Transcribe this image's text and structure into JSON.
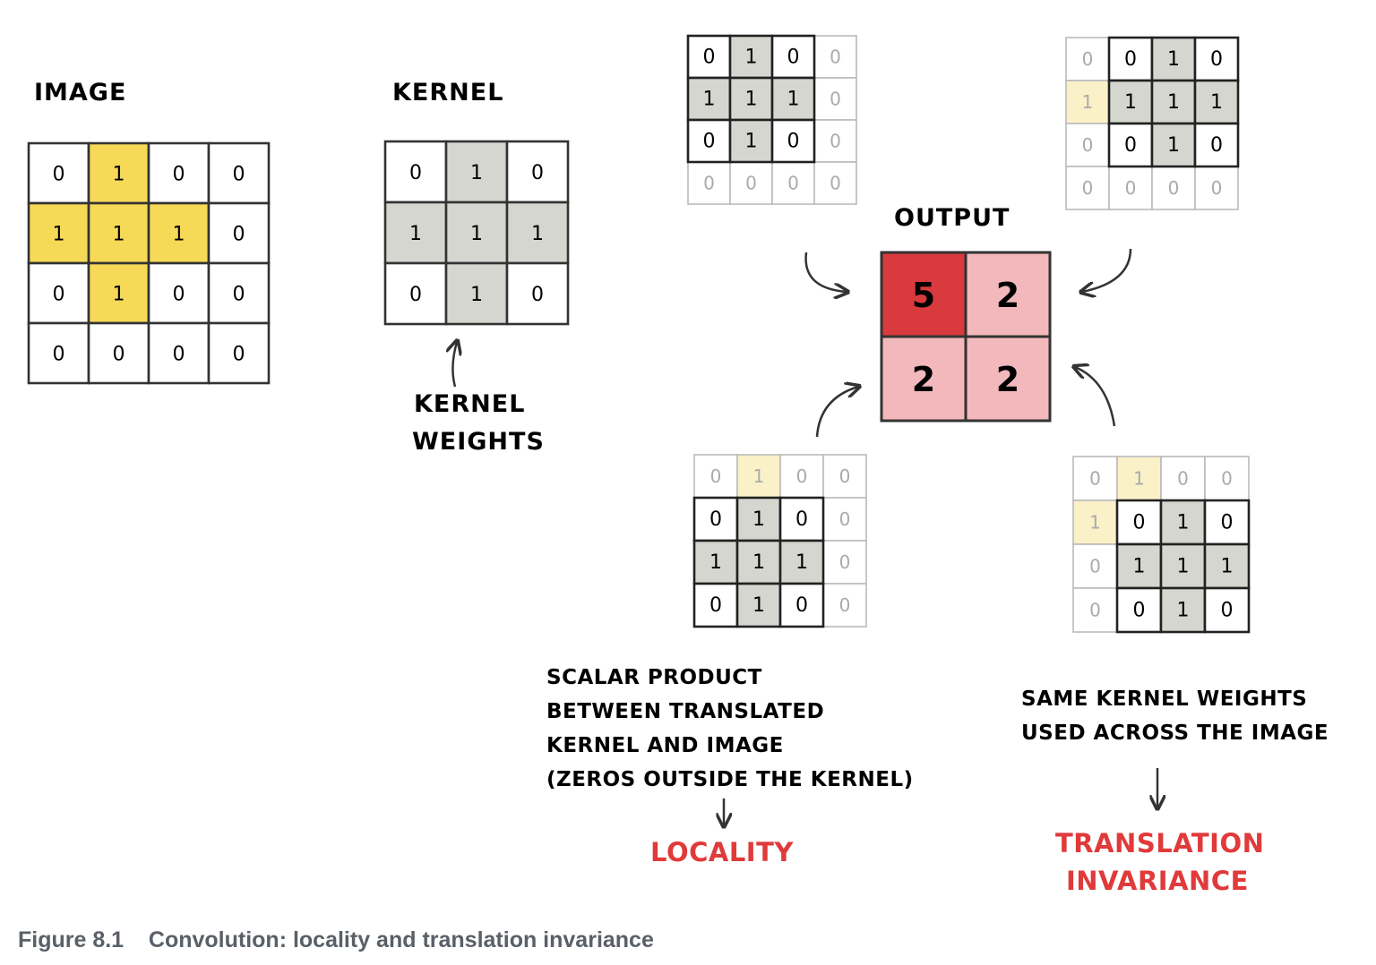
{
  "labels": {
    "image": "IMAGE",
    "kernel": "KERNEL",
    "kernel_weights": [
      "KERNEL",
      "WEIGHTS"
    ],
    "output": "OUTPUT",
    "scalar_note": [
      "SCALAR PRODUCT",
      "BETWEEN TRANSLATED",
      "KERNEL AND IMAGE",
      "(ZEROS OUTSIDE THE KERNEL)"
    ],
    "same_note": [
      "SAME KERNEL WEIGHTS",
      "USED ACROSS THE IMAGE"
    ],
    "locality": "LOCALITY",
    "translation_invariance": [
      "TRANSLATION",
      "INVARIANCE"
    ]
  },
  "image_grid": [
    [
      "0",
      "1",
      "0",
      "0"
    ],
    [
      "1",
      "1",
      "1",
      "0"
    ],
    [
      "0",
      "1",
      "0",
      "0"
    ],
    [
      "0",
      "0",
      "0",
      "0"
    ]
  ],
  "kernel_grid": [
    [
      "0",
      "1",
      "0"
    ],
    [
      "1",
      "1",
      "1"
    ],
    [
      "0",
      "1",
      "0"
    ]
  ],
  "output_grid": [
    [
      "5",
      "2"
    ],
    [
      "2",
      "2"
    ]
  ],
  "kernel_positions": [
    {
      "name": "kernel-position-top-left",
      "offset": [
        0,
        0
      ],
      "grid": [
        [
          "0",
          "1",
          "0",
          "0"
        ],
        [
          "1",
          "1",
          "1",
          "0"
        ],
        [
          "0",
          "1",
          "0",
          "0"
        ],
        [
          "0",
          "0",
          "0",
          "0"
        ]
      ]
    },
    {
      "name": "kernel-position-top-right",
      "offset": [
        0,
        1
      ],
      "grid": [
        [
          "0",
          "0",
          "1",
          "0"
        ],
        [
          "1",
          "1",
          "1",
          "1"
        ],
        [
          "0",
          "0",
          "1",
          "0"
        ],
        [
          "0",
          "0",
          "0",
          "0"
        ]
      ]
    },
    {
      "name": "kernel-position-bottom-left",
      "offset": [
        1,
        0
      ],
      "grid": [
        [
          "0",
          "1",
          "0",
          "0"
        ],
        [
          "0",
          "1",
          "0",
          "0"
        ],
        [
          "1",
          "1",
          "1",
          "0"
        ],
        [
          "0",
          "1",
          "0",
          "0"
        ]
      ]
    },
    {
      "name": "kernel-position-bottom-right",
      "offset": [
        1,
        1
      ],
      "grid": [
        [
          "0",
          "1",
          "0",
          "0"
        ],
        [
          "1",
          "0",
          "1",
          "0"
        ],
        [
          "0",
          "1",
          "1",
          "1"
        ],
        [
          "0",
          "0",
          "1",
          "0"
        ]
      ]
    }
  ],
  "colors": {
    "image_highlight": "#f6d957",
    "kernel_shade": "#d6d6d0",
    "faint_highlight": "#fbf1c8",
    "output_max": "#d83a3e",
    "output_other": "#f2b8bc",
    "accent_red": "#e03a3a"
  },
  "caption": {
    "figure": "Figure 8.1",
    "title": "Convolution: locality and translation invariance"
  }
}
